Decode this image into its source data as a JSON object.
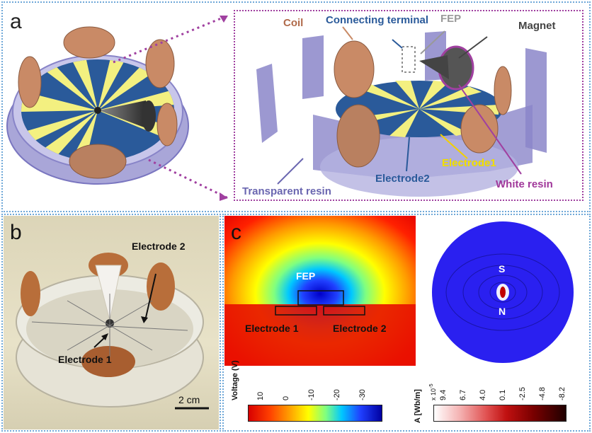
{
  "panel_a": {
    "letter": "a",
    "labels": {
      "coil": "Coil",
      "connecting_terminal": "Connecting terminal",
      "fep": "FEP",
      "magnet": "Magnet",
      "electrode1": "Electrode1",
      "electrode2": "Electrode2",
      "white_resin": "White resin",
      "transparent_resin": "Transparent resin"
    }
  },
  "panel_b": {
    "letter": "b",
    "electrode2": "Electrode 2",
    "electrode1": "Electrode 1",
    "scale_bar": "2 cm"
  },
  "panel_c": {
    "letter": "c",
    "fep": "FEP",
    "electrode1": "Electrode 1",
    "electrode2": "Electrode 2",
    "pole_s": "S",
    "pole_n": "N",
    "voltage_bar": {
      "title": "Voltage (V)",
      "ticks": [
        "10",
        "0",
        "-10",
        "-20",
        "-30"
      ]
    },
    "magnetic_bar": {
      "title": "A [Wb/m]",
      "exponent": "x 10",
      "exponent_power": "-5",
      "ticks": [
        "9.4",
        "6.7",
        "4.0",
        "0.1",
        "-2.5",
        "-4.8",
        "-8.2"
      ]
    }
  },
  "colors": {
    "coil": "#c98a66",
    "resin": "#8b86c9",
    "yellow": "#f3f080",
    "blue": "#2a5a9a",
    "magenta": "#a0389a",
    "panel_border": "#6fa8d8"
  }
}
